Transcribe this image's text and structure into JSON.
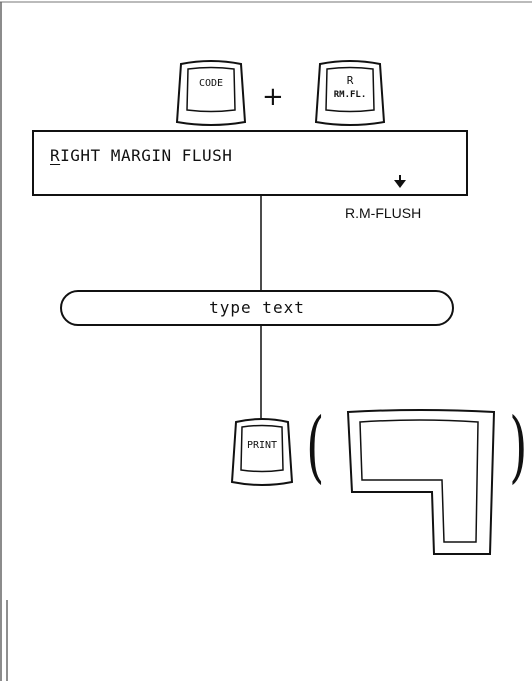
{
  "keys": {
    "code": "CODE",
    "r_main": "R",
    "r_sub": "RM.FL.",
    "print": "PRINT"
  },
  "plus_symbol": "+",
  "display": {
    "first_char": "R",
    "rest": "IGHT MARGIN FLUSH"
  },
  "marker_label": "R.M-FLUSH",
  "step": {
    "type_text": "type text"
  },
  "parens": {
    "open": "(",
    "close": ")"
  }
}
